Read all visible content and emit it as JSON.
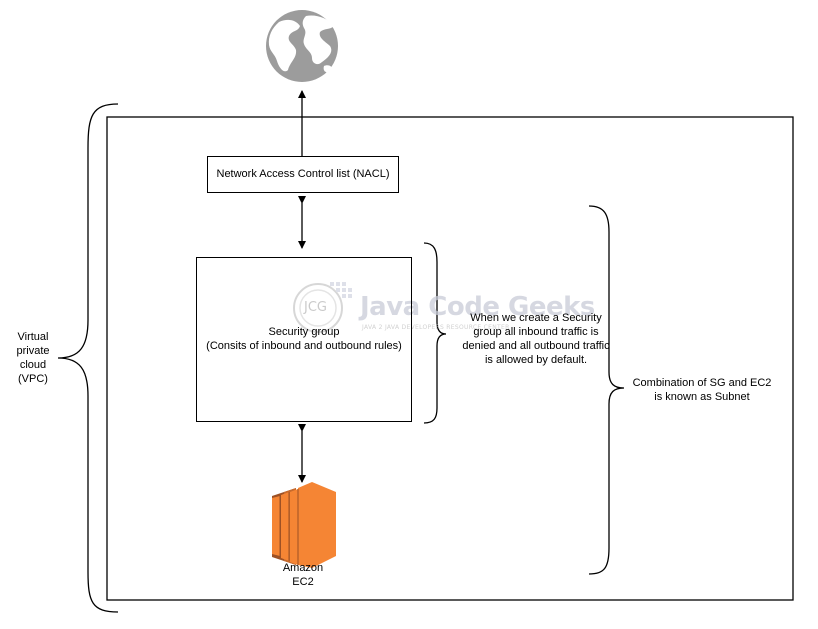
{
  "vpc_label": "Virtual\nprivate\ncloud\n(VPC)",
  "nacl": {
    "label": "Network Access Control list (NACL)"
  },
  "security_group": {
    "label": "Security group\n(Consits of inbound and outbound rules)"
  },
  "sg_note": "When we create a  Security\ngroup all inbound traffic is\ndenied and all outbound traffic\nis allowed by default.",
  "subnet_note": "Combination of SG and EC2\nis known as Subnet",
  "ec2": {
    "label": "Amazon\nEC2",
    "color": "#f58534",
    "dark_color": "#9d5125"
  },
  "internet": {
    "icon": "globe-icon",
    "color": "#9c9c9c"
  },
  "watermark": {
    "brand": "Java Code Geeks",
    "tagline": "JAVA 2 JAVA DEVELOPERS RESOURCE CENTER",
    "logo_text": "JCG"
  },
  "colors": {
    "line": "#000000",
    "background": "#ffffff"
  }
}
